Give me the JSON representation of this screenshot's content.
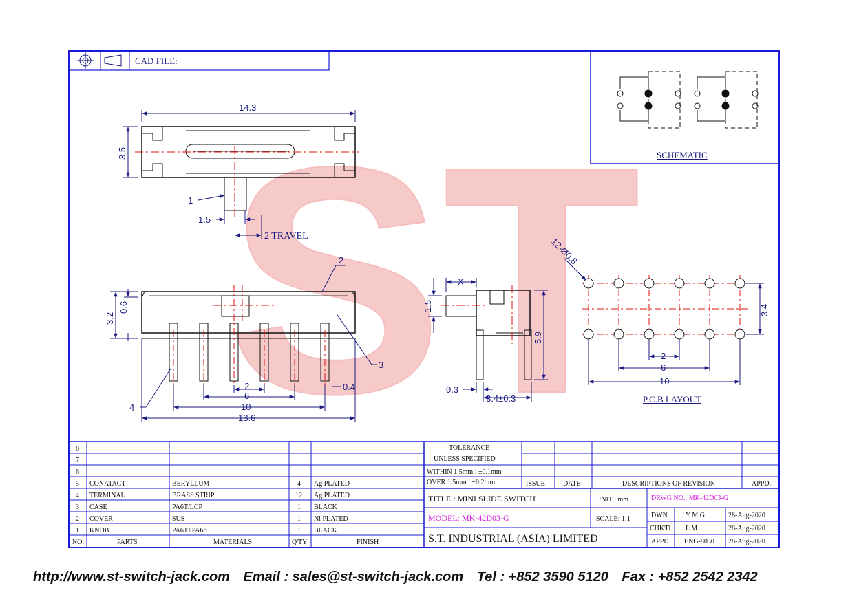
{
  "header": {
    "cad_file_label": "CAD FILE:"
  },
  "watermark": {
    "text": "ST",
    "color": "#f2a0a0"
  },
  "colors": {
    "frame": "#1a1ad6",
    "centerline": "#e01010",
    "outline": "#111111",
    "magenta": "#d61fd6"
  },
  "schematic": {
    "title": "SCHEMATIC"
  },
  "top_view": {
    "width_dim": "14.3",
    "height_dim": "3.5",
    "callout_1": "1",
    "dim_15": "1.5",
    "travel": "2 TRAVEL"
  },
  "front_view": {
    "dim_32": "3.2",
    "dim_06": "0.6",
    "callout_2": "2",
    "callout_3": "3",
    "callout_4": "4",
    "dim_2": "2",
    "dim_6": "6",
    "dim_04": "0.4",
    "dim_10": "10",
    "dim_136": "13.6"
  },
  "side_view": {
    "dim_x": "X",
    "dim_15": "1.5",
    "dim_59": "5.9",
    "dim_03": "0.3",
    "dim_34": "3.4±0.3"
  },
  "pcb": {
    "holes": "12-Ø0.8",
    "dim_34": "3.4",
    "dim_2": "2",
    "dim_6": "6",
    "dim_10": "10",
    "title": "P.C.B LAYOUT"
  },
  "bom": {
    "rows": [
      {
        "no": "8",
        "part": "",
        "material": "",
        "qty": "",
        "finish": ""
      },
      {
        "no": "7",
        "part": "",
        "material": "",
        "qty": "",
        "finish": ""
      },
      {
        "no": "6",
        "part": "",
        "material": "",
        "qty": "",
        "finish": ""
      },
      {
        "no": "5",
        "part": "CONATACT",
        "material": "BERYLLUM",
        "qty": "4",
        "finish": "Ag PLATED"
      },
      {
        "no": "4",
        "part": "TERMINAL",
        "material": "BRASS STRIP",
        "qty": "12",
        "finish": "Ag PLATED"
      },
      {
        "no": "3",
        "part": "CASE",
        "material": "PA6T/LCP",
        "qty": "1",
        "finish": "BLACK"
      },
      {
        "no": "2",
        "part": "COVER",
        "material": "SUS",
        "qty": "1",
        "finish": "Ni PLATED"
      },
      {
        "no": "1",
        "part": "KNOB",
        "material": "PA6T+PA66",
        "qty": "1",
        "finish": "BLACK"
      }
    ],
    "headers": {
      "no": "NO.",
      "parts": "PARTS",
      "materials": "MATERIALS",
      "qty": "Q'TY",
      "finish": "FINISH"
    }
  },
  "tolerance": {
    "title": "TOLERANCE",
    "subtitle": "UNLESS   SPECIFIED",
    "within": "WITHIN  1.5mm : ±0.1mm",
    "over": "OVER    1.5mm : ±0.2mm",
    "issue": "ISSUE",
    "date": "DATE",
    "descriptions": "DESCRIPTIONS  OF  REVISION",
    "appd": "APPD."
  },
  "title_block": {
    "title": "TITLE : MINI SLIDE SWITCH",
    "unit": "UNIT :   mm",
    "drwg": "DRWG NO.: MK-42D03-G",
    "model": "MODEL: MK-42D03-G",
    "scale": "SCALE:   1:1",
    "dwn_label": "DWN.",
    "dwn_name": "Y M G",
    "dwn_date": "28-Aug-2020",
    "chkd_label": "CHK'D",
    "chkd_name": "L M",
    "chkd_date": "28-Aug-2020",
    "company": "S.T.  INDUSTRIAL  (ASIA)  LIMITED",
    "appd_label": "APPD.",
    "appd_name": "ENG-8050",
    "appd_date": "28-Aug-2020"
  },
  "footer": {
    "url": "http://www.st-switch-jack.com",
    "email": "Email : sales@st-switch-jack.com",
    "tel": "Tel : +852 3590 5120",
    "fax": "Fax : +852 2542 2342"
  }
}
